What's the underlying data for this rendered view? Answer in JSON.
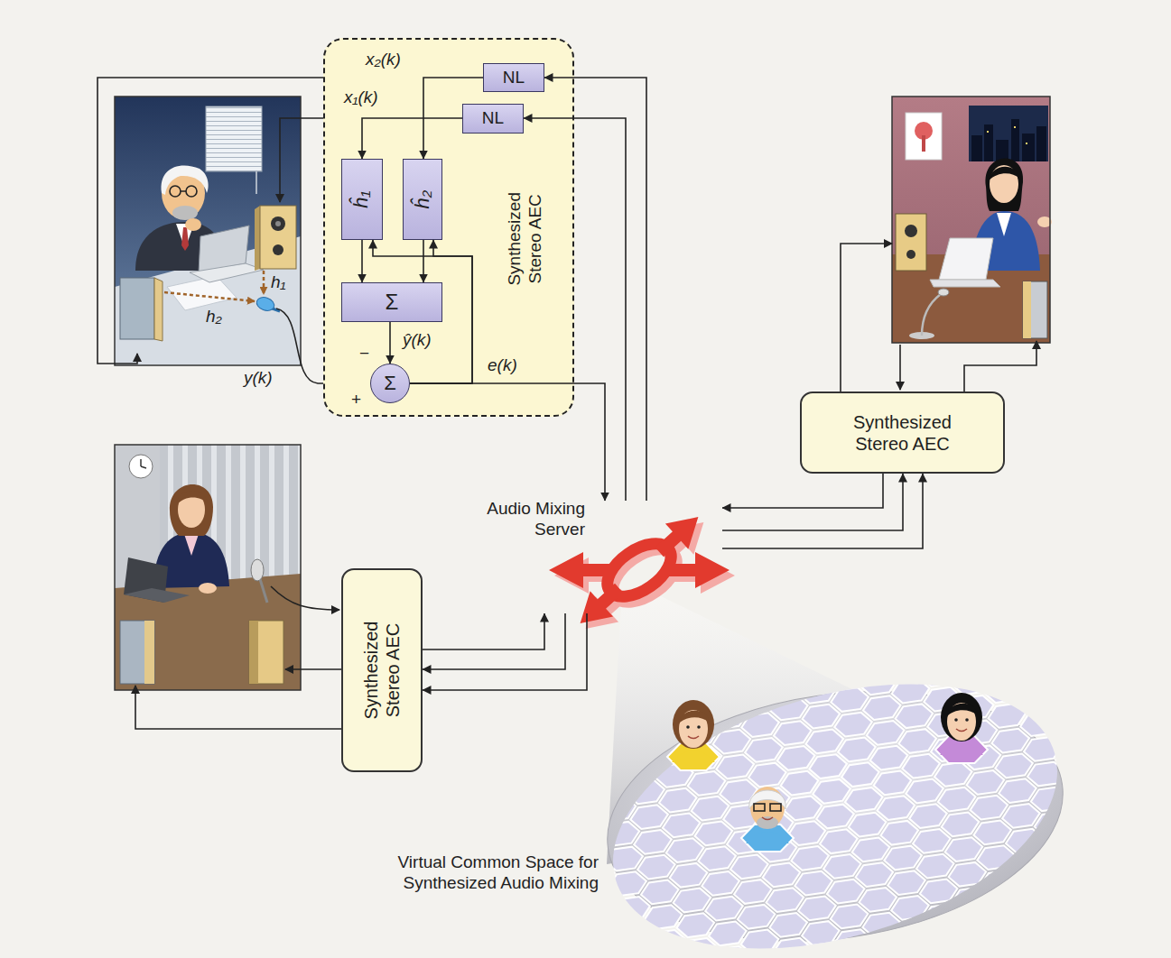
{
  "diagram": {
    "nodes": [
      {
        "text": [
          "Synthesized Stereo AEC"
        ]
      },
      {
        "text": [
          "NL"
        ],
        "in": 0
      },
      {
        "text": [
          "NL"
        ],
        "in": 0
      },
      {
        "text": [
          "ĥ₁"
        ],
        "in": 0
      },
      {
        "text": [
          "ĥ₂"
        ],
        "in": 0
      },
      {
        "text": [
          "Σ"
        ],
        "in": 0
      },
      {
        "text": [
          "Σ"
        ],
        "in": 0
      },
      {
        "text": [
          "Synthesized Stereo AEC"
        ]
      },
      {
        "text": [
          "Audio Mixing Server"
        ]
      },
      {
        "text": [
          "Synthesized Stereo AEC"
        ]
      },
      {
        "text": [
          "Virtual Common Space for Synthesized Audio Mixing"
        ]
      }
    ],
    "edges": [
      {
        "from": 1,
        "to": 4,
        "arrow": "to"
      },
      {
        "from": 2,
        "to": 3,
        "arrow": "to"
      },
      {
        "from": 3,
        "to": 5,
        "arrow": "to"
      },
      {
        "from": 4,
        "to": 5,
        "arrow": "to"
      },
      {
        "from": 5,
        "to": 6,
        "label": "ŷ(k)",
        "arrow": "to"
      },
      {
        "from": 6,
        "to": 8,
        "label": "e(k)",
        "arrow": "to"
      },
      {
        "from": 6,
        "to": 3,
        "arrow": "to"
      },
      {
        "from": 6,
        "to": 4,
        "arrow": "to"
      },
      {
        "from": 8,
        "to": 2,
        "arrow": "to"
      },
      {
        "from": 8,
        "to": 1,
        "arrow": "to"
      },
      {
        "from": 7,
        "to": 8,
        "arrow": "to"
      },
      {
        "from": 8,
        "to": 7,
        "arrow": "to"
      },
      {
        "from": 8,
        "to": 7,
        "arrow": "to"
      },
      {
        "from": 9,
        "to": 8,
        "arrow": "to"
      },
      {
        "from": 8,
        "to": 9,
        "arrow": "to"
      },
      {
        "from": 8,
        "to": 9,
        "arrow": "to"
      }
    ],
    "labels": [
      "x₂(k)",
      "x₁(k)",
      "h₁",
      "h₂",
      "y(k)",
      "−",
      "+"
    ]
  }
}
